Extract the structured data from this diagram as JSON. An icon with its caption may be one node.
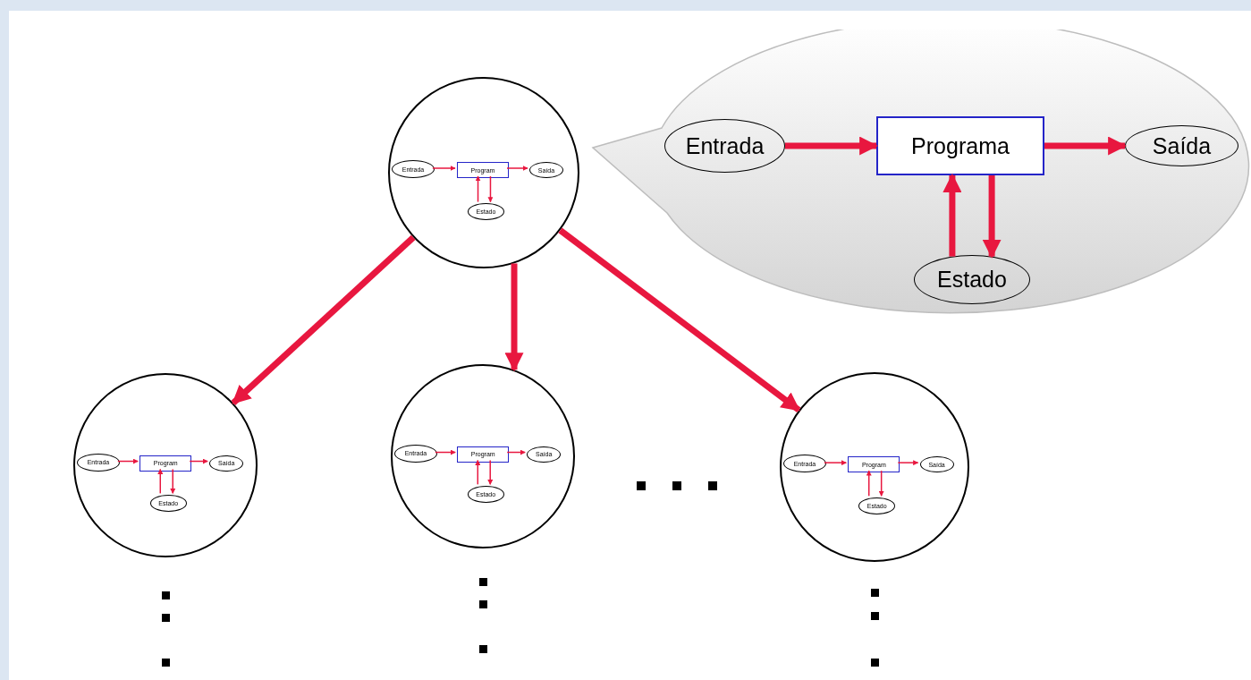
{
  "diagram": {
    "nodes": [
      {
        "text": [],
        "shape": "circle"
      },
      {
        "text": [
          "Entrada"
        ],
        "in": 0
      },
      {
        "text": [
          "Program"
        ],
        "in": 0
      },
      {
        "text": [
          "Saída"
        ],
        "in": 0
      },
      {
        "text": [
          "Estado"
        ],
        "in": 0
      },
      {
        "text": [],
        "shape": "circle"
      },
      {
        "text": [
          "Entrada"
        ],
        "in": 5
      },
      {
        "text": [
          "Program"
        ],
        "in": 5
      },
      {
        "text": [
          "Saída"
        ],
        "in": 5
      },
      {
        "text": [
          "Estado"
        ],
        "in": 5
      },
      {
        "text": [],
        "shape": "circle"
      },
      {
        "text": [
          "Entrada"
        ],
        "in": 10
      },
      {
        "text": [
          "Program"
        ],
        "in": 10
      },
      {
        "text": [
          "Saída"
        ],
        "in": 10
      },
      {
        "text": [
          "Estado"
        ],
        "in": 10
      },
      {
        "text": [],
        "shape": "circle"
      },
      {
        "text": [
          "Entrada"
        ],
        "in": 15
      },
      {
        "text": [
          "Program"
        ],
        "in": 15
      },
      {
        "text": [
          "Saída"
        ],
        "in": 15
      },
      {
        "text": [
          "Estado"
        ],
        "in": 15
      },
      {
        "text": [],
        "shape": "bubble"
      },
      {
        "text": [
          "Entrada"
        ],
        "in": 20
      },
      {
        "text": [
          "Programa"
        ],
        "in": 20
      },
      {
        "text": [
          "Saída"
        ],
        "in": 20
      },
      {
        "text": [
          "Estado"
        ],
        "in": 20
      }
    ],
    "edges": [
      {
        "from": 1,
        "to": 2,
        "arrow": "to"
      },
      {
        "from": 2,
        "to": 3,
        "arrow": "to"
      },
      {
        "from": 4,
        "to": 2,
        "arrow": "to"
      },
      {
        "from": 2,
        "to": 4,
        "arrow": "to"
      },
      {
        "from": 6,
        "to": 7,
        "arrow": "to"
      },
      {
        "from": 7,
        "to": 8,
        "arrow": "to"
      },
      {
        "from": 9,
        "to": 7,
        "arrow": "to"
      },
      {
        "from": 7,
        "to": 9,
        "arrow": "to"
      },
      {
        "from": 11,
        "to": 12,
        "arrow": "to"
      },
      {
        "from": 12,
        "to": 13,
        "arrow": "to"
      },
      {
        "from": 14,
        "to": 12,
        "arrow": "to"
      },
      {
        "from": 12,
        "to": 14,
        "arrow": "to"
      },
      {
        "from": 16,
        "to": 17,
        "arrow": "to"
      },
      {
        "from": 17,
        "to": 18,
        "arrow": "to"
      },
      {
        "from": 19,
        "to": 17,
        "arrow": "to"
      },
      {
        "from": 17,
        "to": 19,
        "arrow": "to"
      },
      {
        "from": 21,
        "to": 22,
        "arrow": "to",
        "style": "thick"
      },
      {
        "from": 22,
        "to": 23,
        "arrow": "to",
        "style": "thick"
      },
      {
        "from": 24,
        "to": 22,
        "arrow": "to",
        "style": "thick"
      },
      {
        "from": 22,
        "to": 24,
        "arrow": "to",
        "style": "thick"
      },
      {
        "from": 0,
        "to": 5,
        "arrow": "to",
        "style": "thick"
      },
      {
        "from": 0,
        "to": 10,
        "arrow": "to",
        "style": "thick"
      },
      {
        "from": 0,
        "to": 15,
        "arrow": "to",
        "style": "thick"
      }
    ]
  }
}
